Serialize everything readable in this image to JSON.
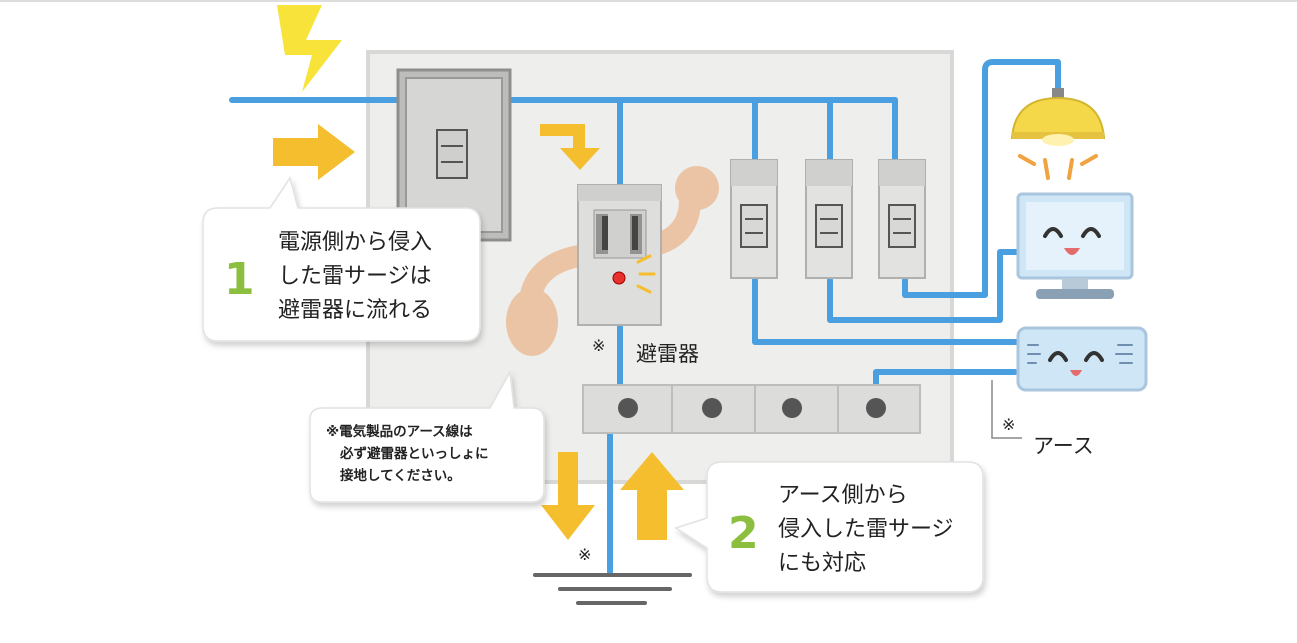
{
  "callout1": {
    "number": "1",
    "lines": [
      "電源側から侵入",
      "した雷サージは",
      "避雷器に流れる"
    ]
  },
  "callout2": {
    "number": "2",
    "lines": [
      "アース側から",
      "侵入した雷サージ",
      "にも対応"
    ]
  },
  "note": {
    "lines": [
      "※電気製品のアース線は",
      "必ず避雷器といっしょに",
      "接地してください。"
    ]
  },
  "labels": {
    "arrester": "避雷器",
    "earth": "アース",
    "mark": "※"
  },
  "colors": {
    "wire": "#4a9fe0",
    "arrow": "#f5be2e",
    "lightning": "#f7e33a",
    "number": "#8cbf3f",
    "panel": "#eeeeec",
    "hand": "#ebc4a5"
  }
}
